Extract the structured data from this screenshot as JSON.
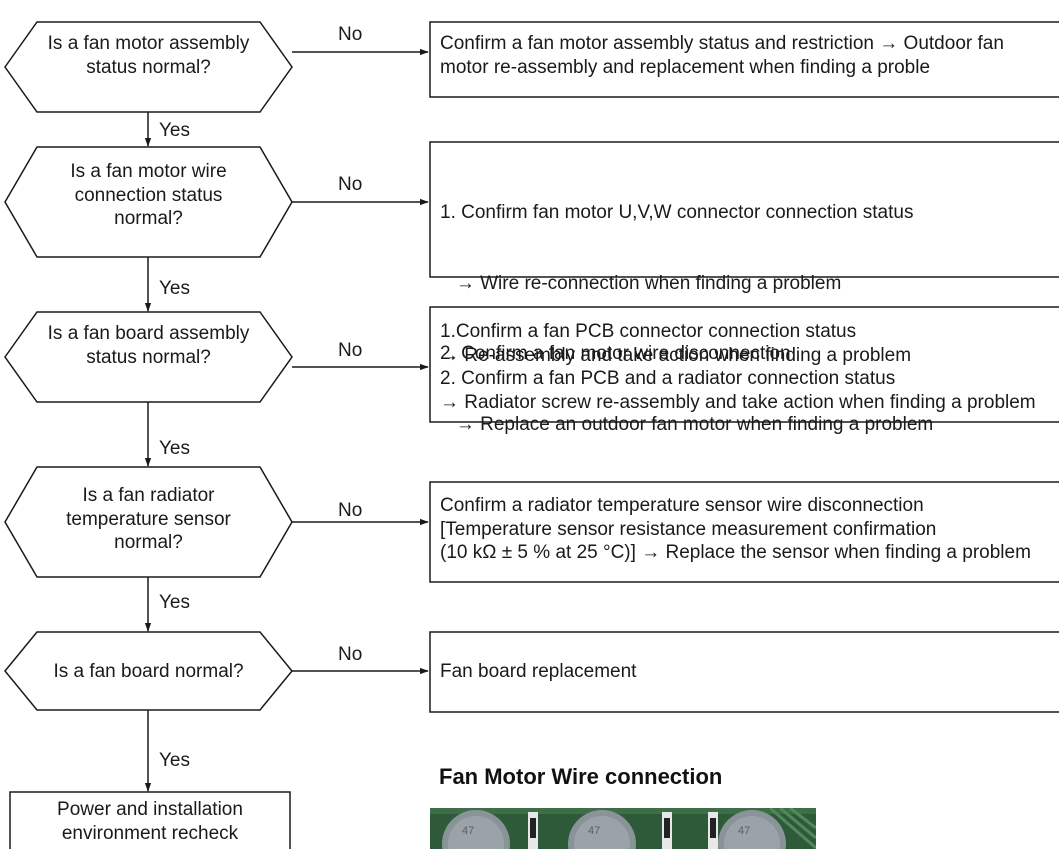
{
  "decisions": [
    {
      "lines": [
        "Is a fan motor assembly",
        "status normal?"
      ],
      "no_label": "No",
      "yes_label": "Yes"
    },
    {
      "lines": [
        "Is a fan motor wire",
        "connection status",
        "normal?"
      ],
      "no_label": "No",
      "yes_label": "Yes"
    },
    {
      "lines": [
        "Is a fan board assembly",
        "status normal?"
      ],
      "no_label": "No",
      "yes_label": "Yes"
    },
    {
      "lines": [
        "Is a fan radiator",
        "temperature sensor",
        "normal?"
      ],
      "no_label": "No",
      "yes_label": "Yes"
    },
    {
      "lines": [
        "Is a fan board normal?"
      ],
      "no_label": "No",
      "yes_label": "Yes"
    }
  ],
  "actions": [
    {
      "lines": [
        "Confirm a fan motor assembly status and restriction → Outdoor fan",
        "motor re-assembly and replacement when finding a proble"
      ]
    },
    {
      "lines": [
        "1. Confirm fan motor U,V,W connector connection status",
        "   → Wire re-connection when finding a problem",
        "2. Confirm a fan motor wire disconnection",
        "   → Replace an outdoor fan motor when finding a problem"
      ]
    },
    {
      "lines": [
        "1.Confirm a fan PCB connector connection status",
        "→ Re-assembly and take action when finding a problem",
        "2. Confirm a fan PCB and a radiator connection status",
        "→ Radiator screw re-assembly and take action when finding a problem"
      ]
    },
    {
      "lines": [
        "Confirm a radiator temperature sensor wire disconnection",
        "[Temperature sensor resistance measurement confirmation",
        "(10 kΩ ± 5 % at 25 °C)] → Replace the sensor when finding a problem"
      ]
    },
    {
      "lines": [
        "Fan board replacement"
      ]
    }
  ],
  "terminal": {
    "lines": [
      "Power and installation",
      "environment recheck"
    ]
  },
  "section_title": "Fan Motor Wire connection",
  "photo": {
    "capacitor_labels": [
      "47",
      "47",
      "47"
    ],
    "colors": {
      "board": "#2f5a3a",
      "trace": "#4f8a58",
      "capacitor": "#9aa3a8"
    }
  },
  "colors": {
    "line": "#1a1a1a",
    "background": "#ffffff"
  }
}
